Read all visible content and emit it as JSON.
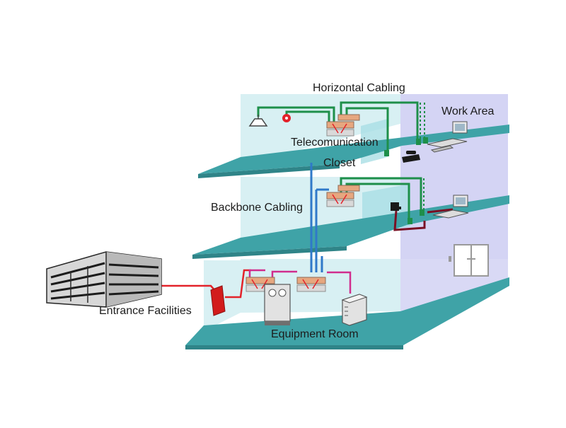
{
  "labels": {
    "horizontal_cabling": "Horizontal Cabling",
    "work_area": "Work Area",
    "telecommunication": "Telecomunication",
    "closet": "Closet",
    "backbone_cabling": "Backbone Cabling",
    "entrance_facilities": "Entrance Facilities",
    "equipment_room": "Equipment Room"
  },
  "colors": {
    "floor": "#3fa3a7",
    "wall_glass": "#bfe4ea",
    "wall_purple": "#c9c9f0",
    "horizontal_cable": "#1e8f4a",
    "backbone_cable": "#2f79c9",
    "entrance_cable": "#e3222a",
    "patch_cable": "#d12d8d",
    "work_area_cable": "#7a1024"
  }
}
